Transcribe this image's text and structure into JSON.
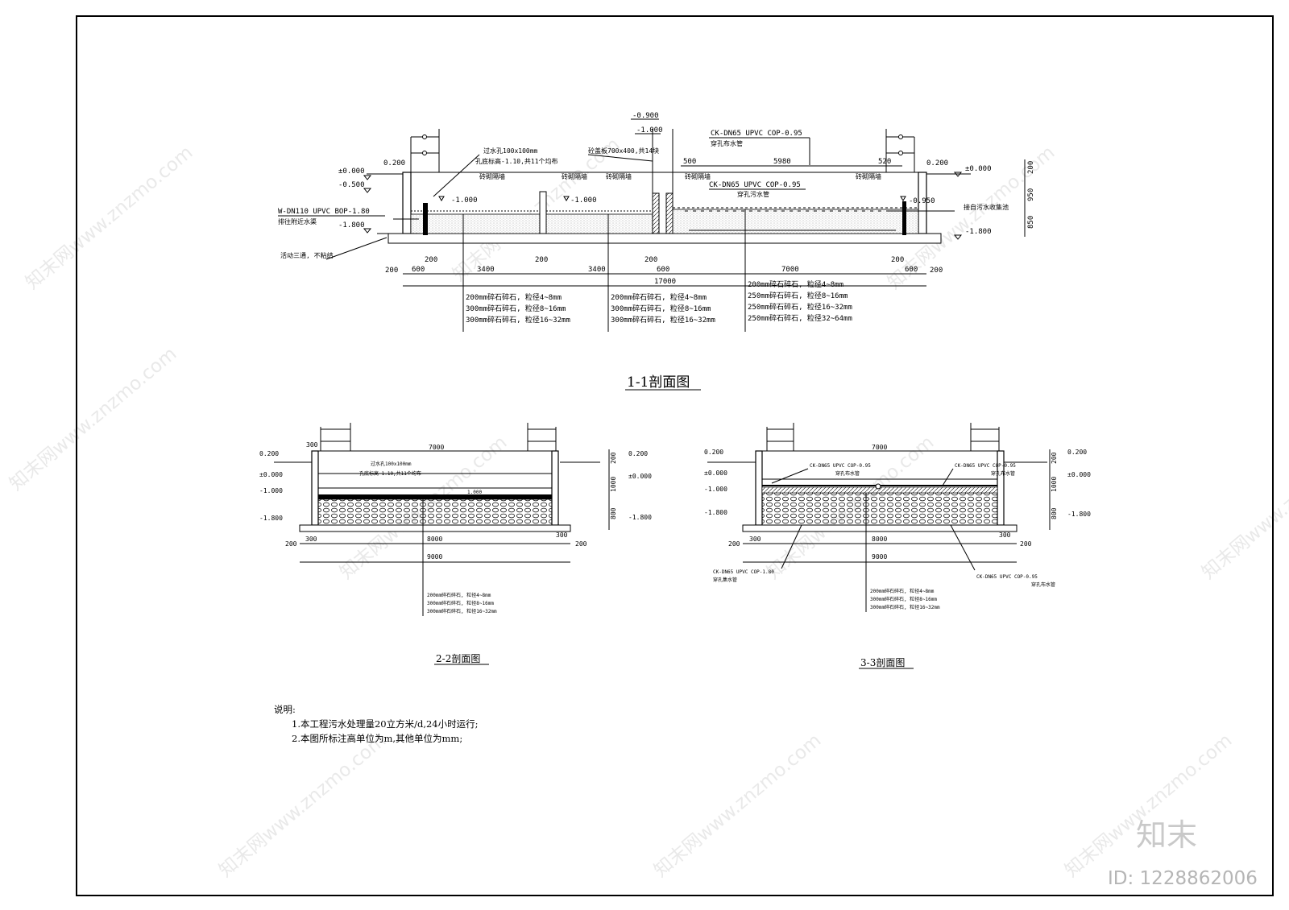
{
  "watermark": {
    "text": "知末网www.znzmo.com",
    "logo": "知末",
    "id_label": "ID: 1228862006"
  },
  "section_1_1": {
    "title": "1-1剖面图",
    "elevations_left": [
      "0.200",
      "±0.000",
      "-0.500",
      "-1.800"
    ],
    "elevations_right": [
      "0.200",
      "±0.000",
      "-1.800"
    ],
    "level_marks": [
      "-1.000",
      "-1.000",
      "-0.950"
    ],
    "top_marks": [
      "-0.900",
      "-1.000"
    ],
    "pipe_left": [
      "W-DN110  UPVC  BOP-1.80",
      "排往附近水渠"
    ],
    "label_tee": "活动三通, 不粘结",
    "label_filter_hole": "过水孔100x100mm",
    "label_hole_elev": "孔底标高-1.10,共11个均布",
    "label_cover": "砼盖板700x400,共14块",
    "label_wall": "砖砌隔墙",
    "pipe_top": [
      "CK-DN65 UPVC COP-0.95",
      "穿孔布水管"
    ],
    "pipe_mid": [
      "CK-DN65  UPVC  COP-0.95",
      "穿孔污水管"
    ],
    "label_inlet": "接自污水收集池",
    "dim_top": [
      "500",
      "5980",
      "520"
    ],
    "dim_right": [
      "200",
      "950",
      "850"
    ],
    "dim_bottom": [
      "200",
      "600",
      "200",
      "3400",
      "200",
      "3400",
      "200",
      "600",
      "7000",
      "200",
      "600",
      "200"
    ],
    "dim_total": "17000",
    "layers_a": [
      "200mm碎石碎石, 粒径4~8mm",
      "300mm碎石碎石, 粒径8~16mm",
      "300mm碎石碎石, 粒径16~32mm"
    ],
    "layers_b": [
      "200mm碎石碎石, 粒径4~8mm",
      "300mm碎石碎石, 粒径8~16mm",
      "300mm碎石碎石, 粒径16~32mm"
    ],
    "layers_c": [
      "200mm碎石碎石, 粒径4~8mm",
      "250mm碎石碎石, 粒径8~16mm",
      "250mm碎石碎石, 粒径16~32mm",
      "250mm碎石碎石, 粒径32~64mm"
    ]
  },
  "section_2_2": {
    "title": "2-2剖面图",
    "elevations_left": [
      "0.200",
      "±0.000",
      "-1.000",
      "-1.800"
    ],
    "elevations_right": [
      "0.200",
      "±0.000",
      "-1.800"
    ],
    "dim_right": [
      "200",
      "1000",
      "800"
    ],
    "dim_top": "7000",
    "dim_corner": "300",
    "label_filter_hole": "过水孔100x100mm",
    "label_hole_elev": "孔底标高-1.10,共11个均布",
    "level_mark": "1.000",
    "dim_bottom": [
      "200",
      "300",
      "8000",
      "300",
      "200"
    ],
    "dim_total": "9000",
    "layers": [
      "200mm碎石碎石, 粒径4~8mm",
      "300mm碎石碎石, 粒径8~16mm",
      "300mm碎石碎石, 粒径16~32mm"
    ]
  },
  "section_3_3": {
    "title": "3-3剖面图",
    "elevations_left": [
      "0.200",
      "±0.000",
      "-1.000",
      "-1.800"
    ],
    "elevations_right": [
      "0.200",
      "±0.000",
      "-1.800"
    ],
    "dim_right": [
      "200",
      "1000",
      "800"
    ],
    "dim_top": "7000",
    "pipe_top_left": [
      "CK-DN65 UPVC COP-0.95",
      "穿孔布水管"
    ],
    "pipe_top_right": [
      "CK-DN65 UPVC COP-0.95",
      "穿孔布水管"
    ],
    "pipe_bottom_left": [
      "CK-DN65 UPVC COP-1.80",
      "穿孔集水管"
    ],
    "pipe_bottom_right": [
      "CK-DN65 UPVC COP-0.95",
      "穿孔布水管"
    ],
    "dim_bottom": [
      "200",
      "300",
      "8000",
      "300",
      "200"
    ],
    "dim_total": "9000",
    "layers": [
      "200mm碎石碎石, 粒径4~8mm",
      "300mm碎石碎石, 粒径8~16mm",
      "300mm碎石碎石, 粒径16~32mm"
    ]
  },
  "notes": {
    "heading": "说明:",
    "items": [
      "1.本工程污水处理量20立方米/d,24小时运行;",
      "2.本图所标注高单位为m,其他单位为mm;"
    ]
  }
}
